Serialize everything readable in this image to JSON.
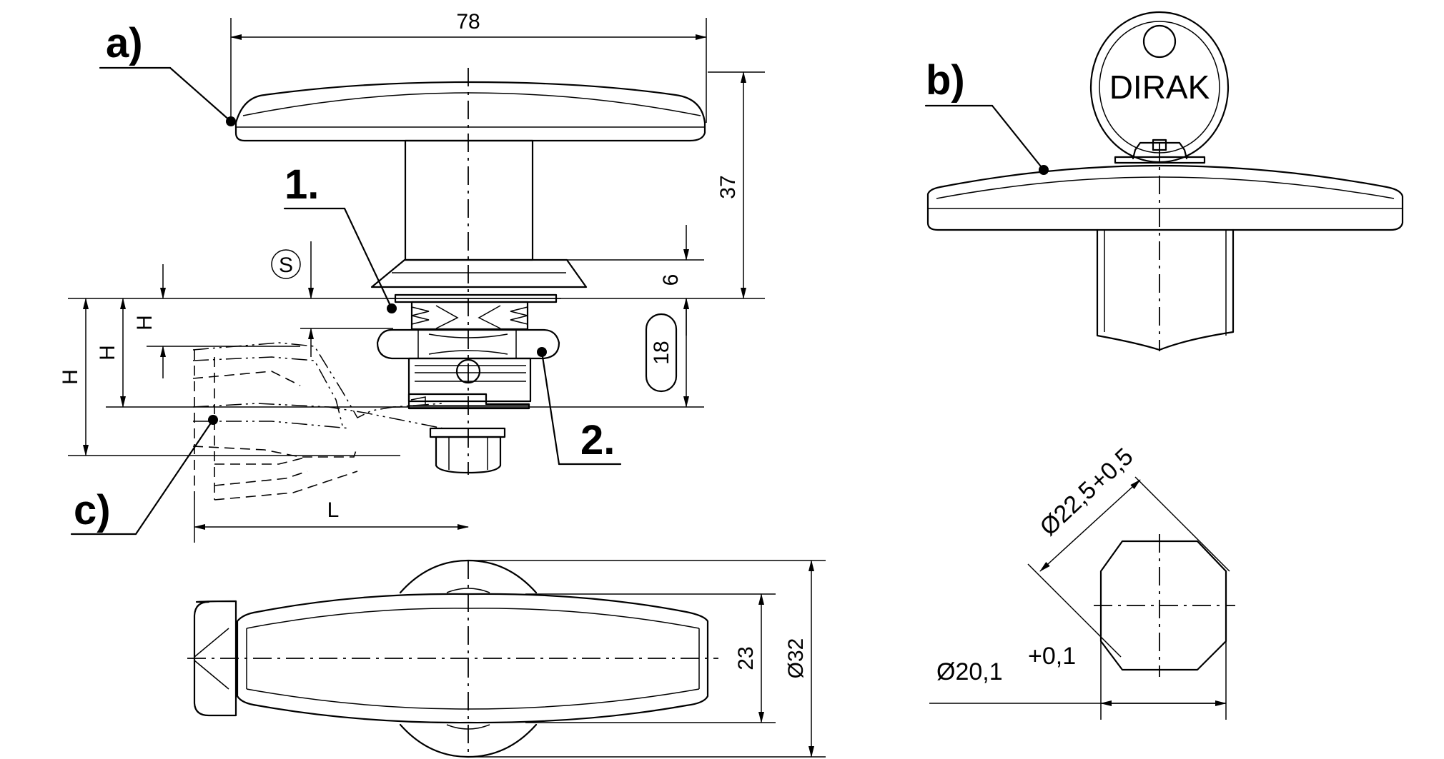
{
  "labels": {
    "a": "a)",
    "b": "b)",
    "c": "c)",
    "one": "1.",
    "two": "2."
  },
  "dimensions": {
    "width_78": "78",
    "height_37": "37",
    "dim_6": "6",
    "dim_18": "18",
    "s_mark": "S",
    "h_small": "H",
    "h_mid": "H",
    "h_large": "H",
    "length_l": "L",
    "dim_23": "23",
    "dia_32": "Ø32",
    "dia_22_5": "Ø22,5",
    "tol_22_5": "+0,5",
    "dia_20_1": "Ø20,1",
    "tol_20_1": "+0,1"
  },
  "key": {
    "brand": "DIRAK"
  }
}
